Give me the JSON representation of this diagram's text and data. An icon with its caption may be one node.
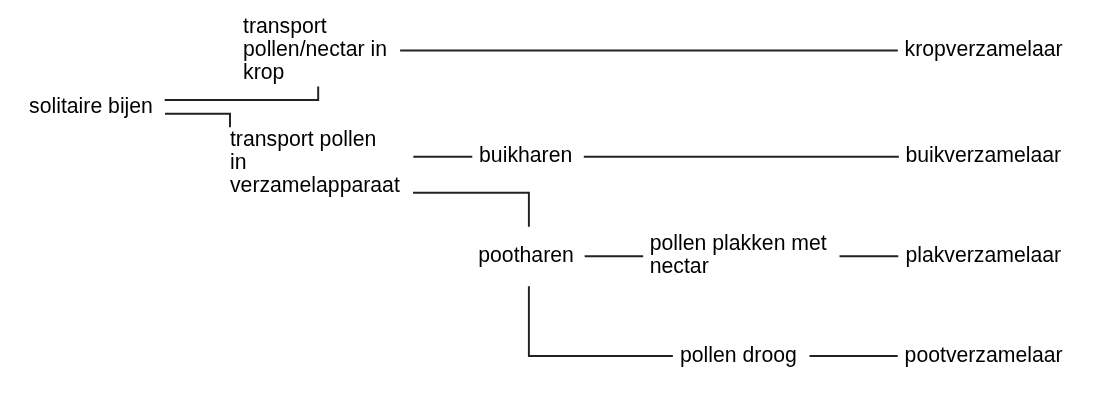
{
  "diagram": {
    "nodes": [
      {
        "text": [
          "solitaire bijen"
        ]
      },
      {
        "text": [
          "transport pollen/nectar in krop"
        ]
      },
      {
        "text": [
          "kropverzamelaar"
        ]
      },
      {
        "text": [
          "transport pollen in verzamelapparaat"
        ]
      },
      {
        "text": [
          "buikharen"
        ]
      },
      {
        "text": [
          "buikverzamelaar"
        ]
      },
      {
        "text": [
          "pootharen"
        ]
      },
      {
        "text": [
          "pollen plakken met nectar"
        ]
      },
      {
        "text": [
          "plakverzamelaar"
        ]
      },
      {
        "text": [
          "pollen droog"
        ]
      },
      {
        "text": [
          "pootverzamelaar"
        ]
      }
    ],
    "edges": [
      {
        "from": 0,
        "to": 1,
        "arrow": "none"
      },
      {
        "from": 0,
        "to": 3,
        "arrow": "none"
      },
      {
        "from": 1,
        "to": 2,
        "arrow": "none"
      },
      {
        "from": 3,
        "to": 4,
        "arrow": "none"
      },
      {
        "from": 3,
        "to": 6,
        "arrow": "none"
      },
      {
        "from": 4,
        "to": 5,
        "arrow": "none"
      },
      {
        "from": 6,
        "to": 7,
        "arrow": "none"
      },
      {
        "from": 6,
        "to": 9,
        "arrow": "none"
      },
      {
        "from": 7,
        "to": 8,
        "arrow": "none"
      },
      {
        "from": 9,
        "to": 10,
        "arrow": "none"
      }
    ]
  }
}
